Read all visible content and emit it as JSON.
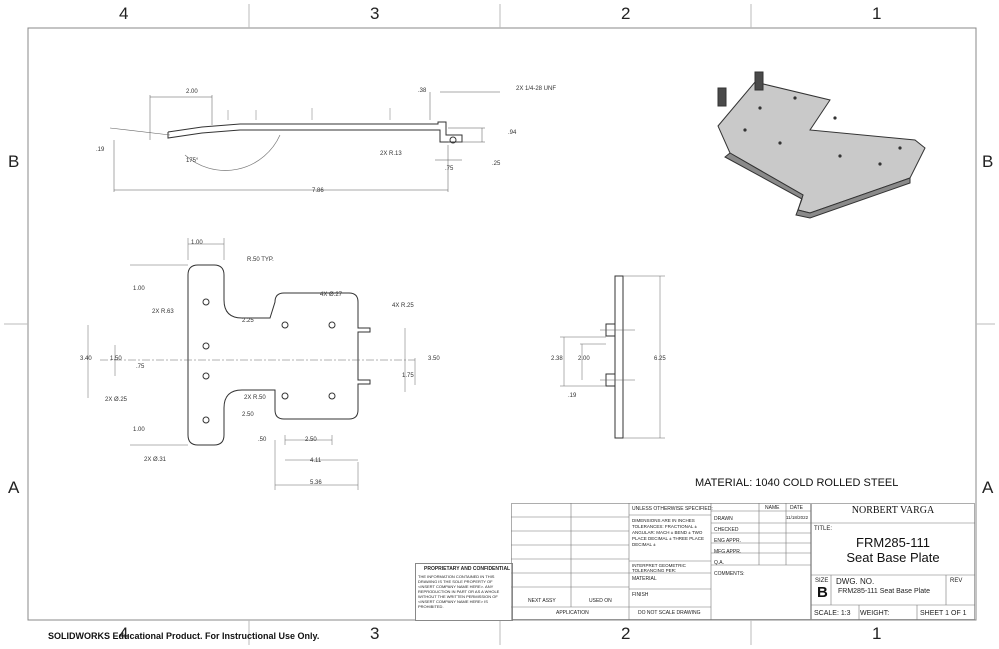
{
  "zones": {
    "top": [
      "4",
      "3",
      "2",
      "1"
    ],
    "bottom": [
      "4",
      "3",
      "2",
      "1"
    ],
    "left": [
      "B",
      "A"
    ],
    "right": [
      "B",
      "A"
    ]
  },
  "dims": {
    "side": {
      "d200": "2.00",
      "d38": ".38",
      "thread": "2X 1/4-28 UNF",
      "d19": ".19",
      "angle": "175°",
      "r13": "2X R.13",
      "d94": ".94",
      "d75": ".75",
      "d25": ".25",
      "d786": "7.86"
    },
    "top": {
      "d100": "1.00",
      "r50typ": "R.50 TYP.",
      "d100b": "1.00",
      "r63": "2X R.63",
      "d225": "2.25",
      "holes27": "4X Ø.27",
      "r25": "4X R.25",
      "d340": "3.40",
      "d150": "1.50",
      "d75": ".75",
      "holes25": "2X Ø.25",
      "r50": "2X R.50",
      "d250": "2.50",
      "d100c": "1.00",
      "d50": ".50",
      "d250b": "2.50",
      "holes31": "2X Ø.31",
      "d411": "4.11",
      "d536": "5.36",
      "d350": "3.50",
      "d175": "1.75"
    },
    "end": {
      "d238": "2.38",
      "d200": "2.00",
      "d19": ".19",
      "d625": "6.25"
    }
  },
  "material": "MATERIAL: 1040 COLD ROLLED STEEL",
  "proprietary": {
    "title": "PROPRIETARY AND CONFIDENTIAL",
    "body": "THE INFORMATION CONTAINED IN THIS DRAWING IS THE SOLE PROPERTY OF <INSERT COMPANY NAME HERE>. ANY REPRODUCTION IN PART OR AS A WHOLE WITHOUT THE WRITTEN PERMISSION OF <INSERT COMPANY NAME HERE> IS PROHIBITED."
  },
  "title_block": {
    "unless": "UNLESS OTHERWISE SPECIFIED:",
    "dims": "DIMENSIONS ARE IN INCHES TOLERANCES: FRACTIONAL ± ANGULAR: MACH ± BEND ± TWO PLACE DECIMAL ± THREE PLACE DECIMAL ±",
    "interpret": "INTERPRET GEOMETRIC TOLERANCING PER:",
    "material_lbl": "MATERIAL",
    "finish": "FINISH",
    "next_assy": "NEXT ASSY",
    "used_on": "USED ON",
    "application": "APPLICATION",
    "do_not_scale": "DO NOT SCALE DRAWING",
    "name_hdr": "NAME",
    "date_hdr": "DATE",
    "drawn": "DRAWN",
    "drawn_date": "11/18/2022",
    "checked": "CHECKED",
    "eng_appr": "ENG APPR.",
    "mfg_appr": "MFG APPR.",
    "qa": "Q.A.",
    "comments": "COMMENTS:",
    "company": "NORBERT VARGA",
    "title_lbl": "TITLE:",
    "title_line1": "FRM285-111",
    "title_line2": "Seat Base Plate",
    "size_lbl": "SIZE",
    "size": "B",
    "dwg_no_lbl": "DWG.  NO.",
    "dwg_no": "FRM285-111 Seat Base Plate",
    "rev_lbl": "REV",
    "scale": "SCALE: 1:3",
    "weight": "WEIGHT:",
    "sheet": "SHEET 1 OF 1"
  },
  "footer": "SOLIDWORKS Educational Product. For Instructional Use Only."
}
